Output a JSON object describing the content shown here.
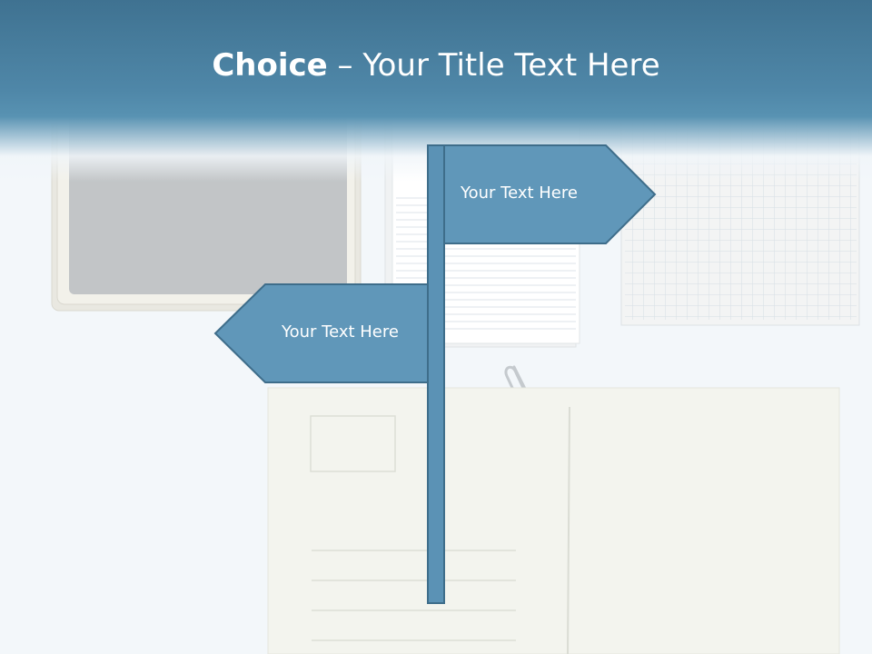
{
  "slide": {
    "title_bold": "Choice",
    "title_separator": " – ",
    "title_rest": "Your Title Text Here"
  },
  "signpost": {
    "right_sign_text": "Your Text Here",
    "left_sign_text": "Your Text Here"
  },
  "colors": {
    "header": "#4f87a8",
    "sign_fill": "#6097b9",
    "sign_stroke": "#3e6d8a",
    "background": "#f3f7fa"
  }
}
